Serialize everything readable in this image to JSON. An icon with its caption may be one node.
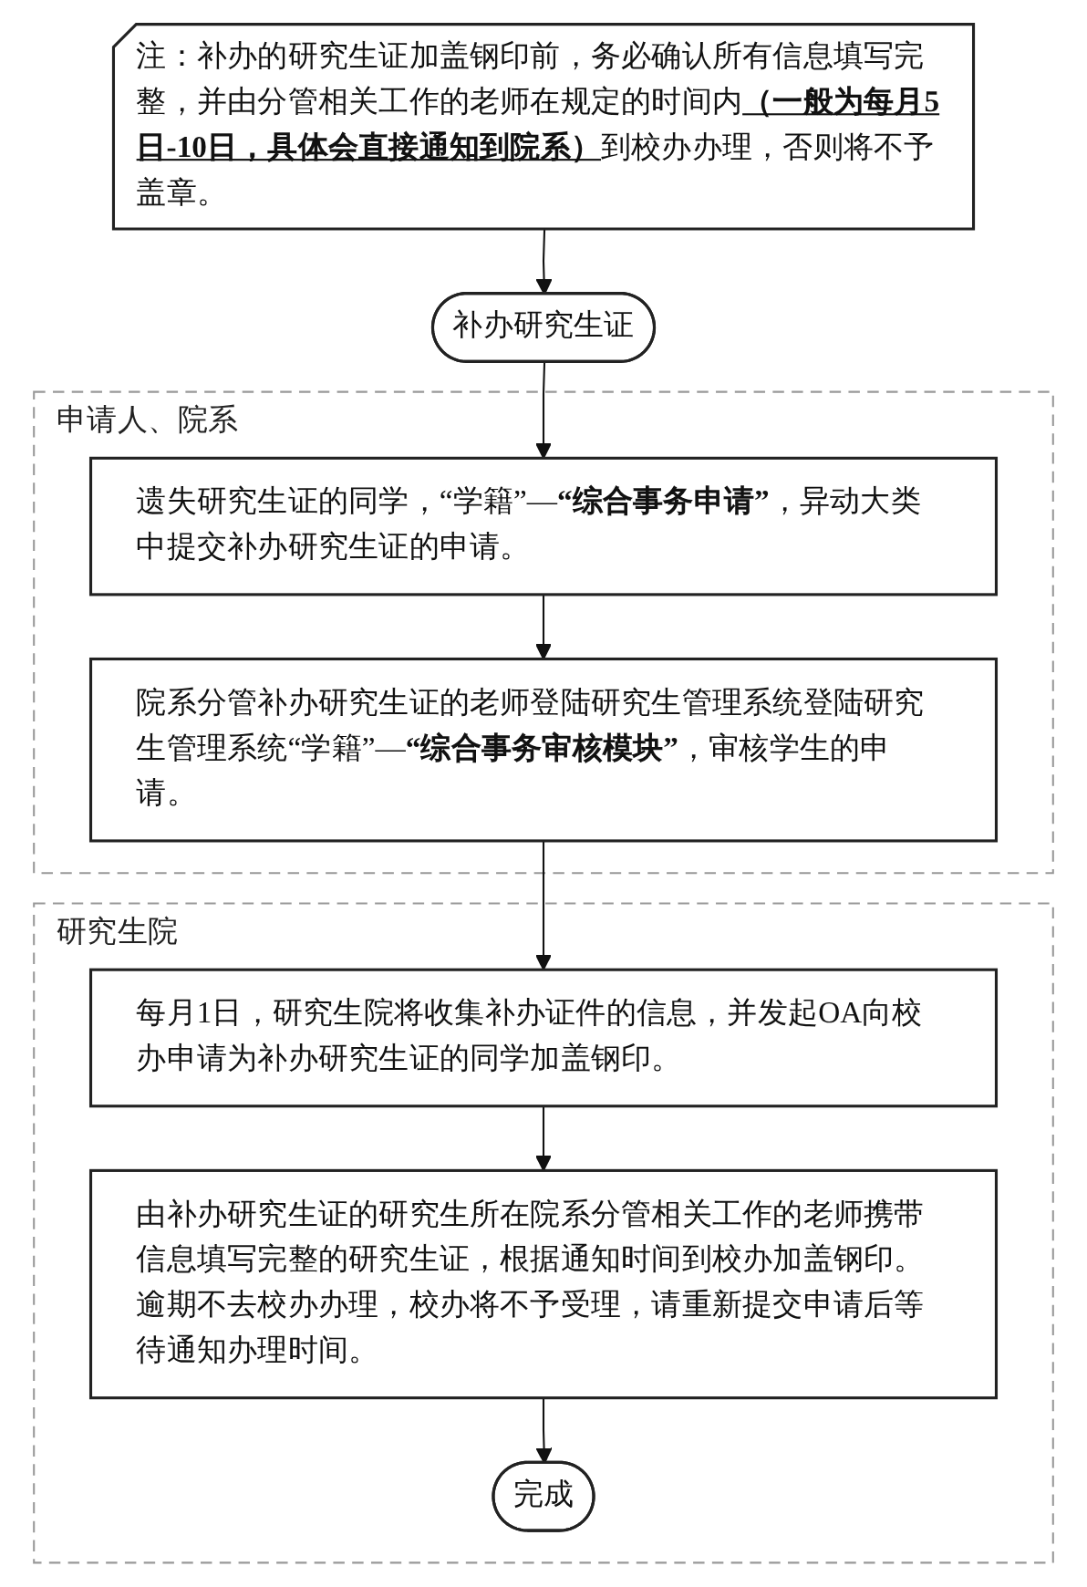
{
  "diagram": {
    "nodes": [
      {
        "text": [
          "补办研究生证"
        ]
      },
      {
        "text": [
          "注：补办的研究生证加盖钢印前，务必确认所有信息填写完整，并由分管相关工作的老师在规定的时间内**（一般为每月5日-10日，具体会直接通知到院系）**到校办办理，否则将不予盖章。"
        ]
      },
      {
        "text": [
          "申请人、院系"
        ]
      },
      {
        "text": [
          "遗失研究生证的同学，“学籍”—**“综合事务申请”**，异动大类中提交补办研究生证的申请。"
        ],
        "in": 2
      },
      {
        "text": [
          "院系分管补办研究生证的老师登陆研究生管理系统登陆研究生管理系统“学籍”—**“综合事务审核模块”**，审核学生的申请。"
        ],
        "in": 2
      },
      {
        "text": [
          "研究生院"
        ]
      },
      {
        "text": [
          "每月1日，研究生院将收集补办证件的信息，并发起OA向校办申请为补办研究生证的同学加盖钢印。"
        ],
        "in": 5
      },
      {
        "text": [
          "由补办研究生证的研究生所在院系分管相关工作的老师携带信息填写完整的研究生证，根据通知时间到校办加盖钢印。逾期不去校办办理，校办将不予受理，请重新提交申请后等待通知办理时间。"
        ],
        "in": 5
      },
      {
        "text": [
          "完成"
        ],
        "in": 5
      }
    ],
    "edges": [
      {
        "from": 1,
        "to": 0,
        "arrow": "to"
      },
      {
        "from": 0,
        "to": 3,
        "arrow": "to"
      },
      {
        "from": 3,
        "to": 4,
        "arrow": "to"
      },
      {
        "from": 4,
        "to": 6,
        "arrow": "to"
      },
      {
        "from": 6,
        "to": 7,
        "arrow": "to"
      },
      {
        "from": 7,
        "to": 8,
        "arrow": "to"
      }
    ]
  }
}
